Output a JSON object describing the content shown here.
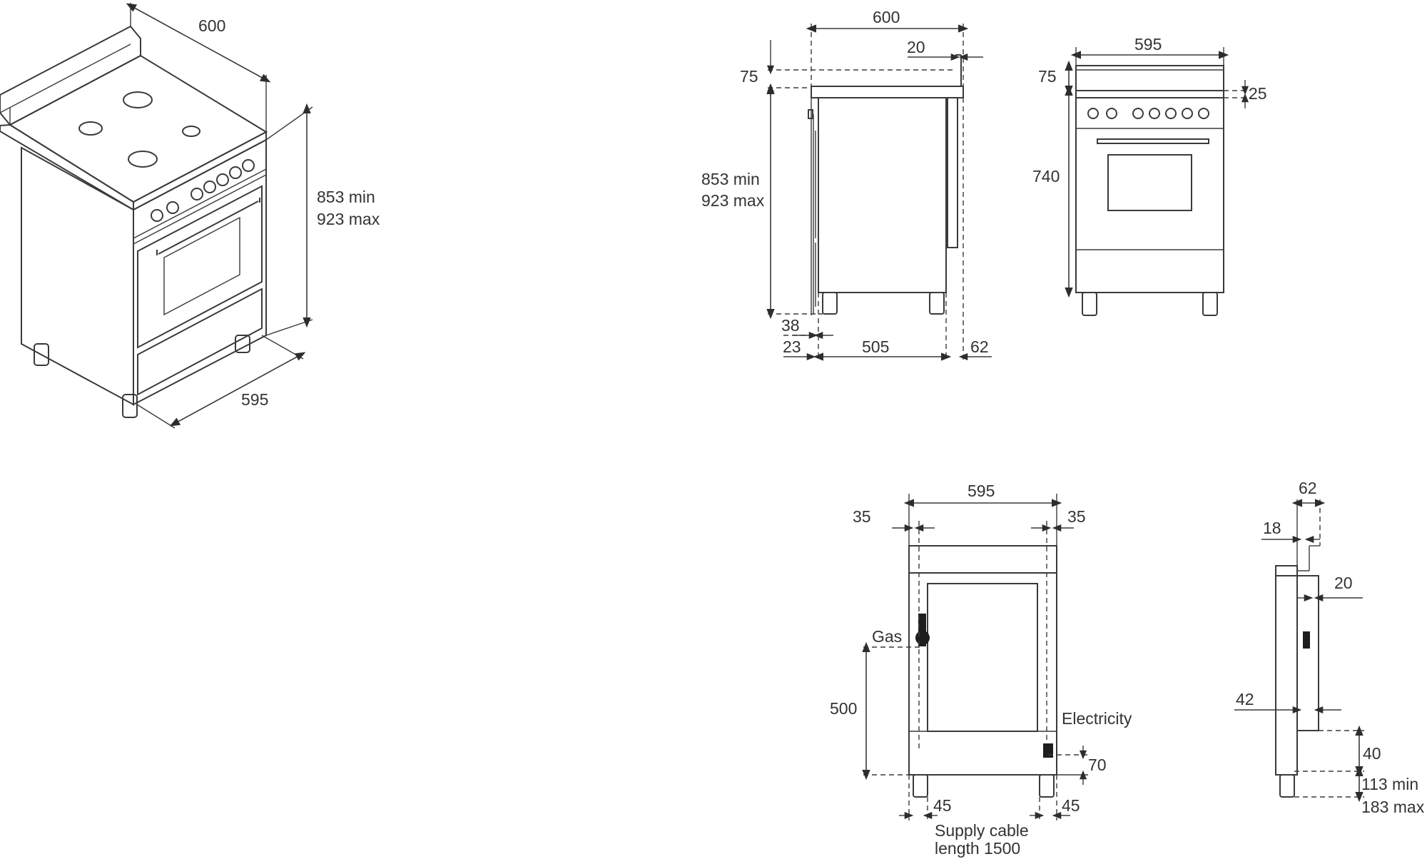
{
  "iso_view": {
    "width_top": "600",
    "height_min": "853 min",
    "height_max": "923 max",
    "width_bottom": "595"
  },
  "side_view": {
    "depth": "600",
    "backguard_depth": "20",
    "backguard_height": "75",
    "height_min": "853 min",
    "height_max": "923 max",
    "front_offset_upper": "38",
    "front_offset_lower": "23",
    "body_depth": "505",
    "rear_offset": "62"
  },
  "front_view": {
    "width": "595",
    "backguard_height": "75",
    "panel_height": "25",
    "body_height": "740"
  },
  "rear_view": {
    "width": "595",
    "left_margin": "35",
    "right_margin": "35",
    "gas_label": "Gas",
    "gas_height": "500",
    "electricity_label": "Electricity",
    "electricity_height": "70",
    "left_foot_offset": "45",
    "right_foot_offset": "45",
    "supply_cable_line1": "Supply cable",
    "supply_cable_line2": "length 1500"
  },
  "rear_side_view": {
    "top_width": "62",
    "upper_offset": "18",
    "backguard_depth": "20",
    "lower_offset": "42",
    "connection_height": "40",
    "foot_min": "113 min",
    "foot_max": "183 max"
  }
}
